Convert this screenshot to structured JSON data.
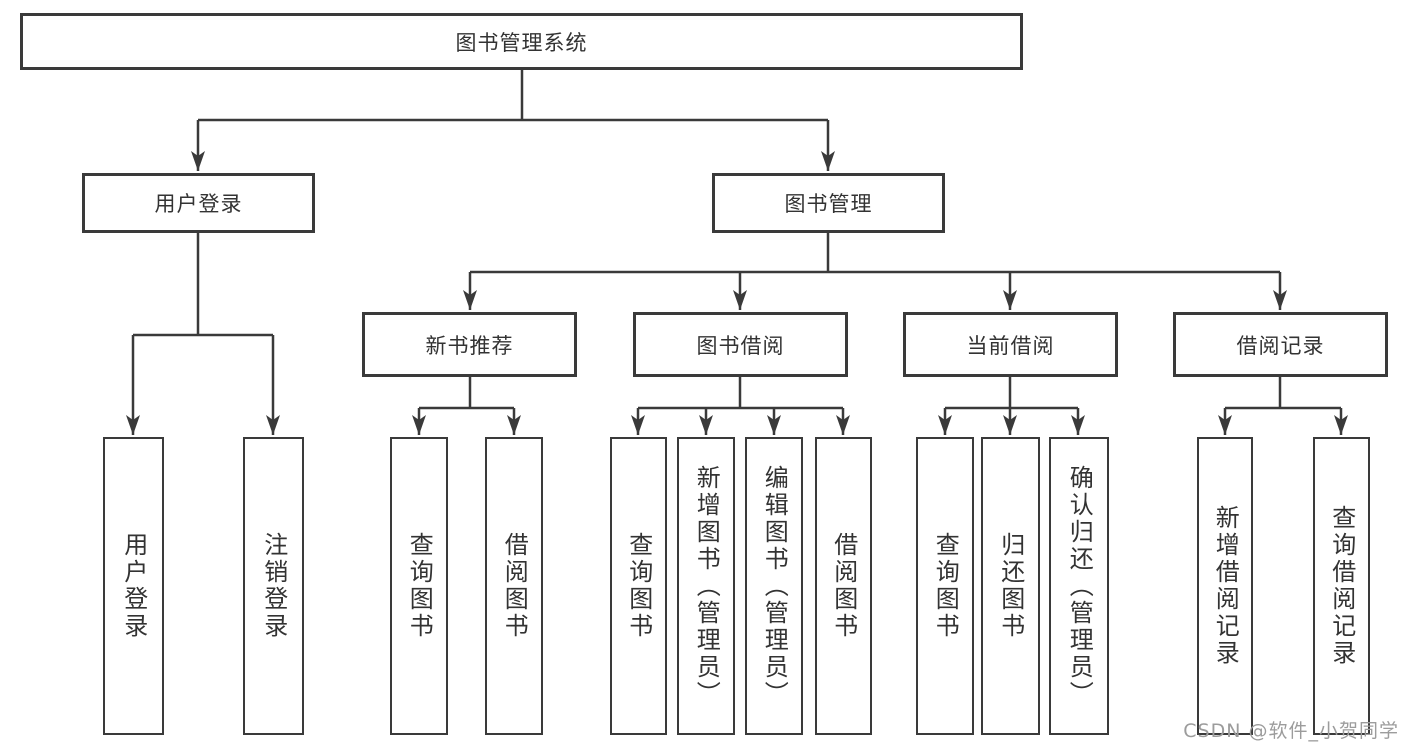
{
  "diagram": {
    "title_node": "图书管理系统",
    "level2": {
      "user_login": "用户登录",
      "book_management": "图书管理"
    },
    "level3": {
      "new_book_recommend": "新书推荐",
      "book_borrow": "图书借阅",
      "current_borrow": "当前借阅",
      "borrow_records": "借阅记录"
    },
    "level4": {
      "user_login_children": [
        "用户登录",
        "注销登录"
      ],
      "new_book_children": [
        "查询图书",
        "借阅图书"
      ],
      "book_borrow_children": [
        "查询图书",
        "新增图书（管理员）",
        "编辑图书（管理员）",
        "借阅图书"
      ],
      "current_borrow_children": [
        "查询图书",
        "归还图书",
        "确认归还（管理员）"
      ],
      "borrow_records_children": [
        "新增借阅记录",
        "查询借阅记录"
      ]
    }
  },
  "watermark": "CSDN @软件_小贺同学",
  "colors": {
    "line": "#3a3a3a",
    "box_border": "#3a3a3a",
    "box_background": "#ffffff",
    "text": "#333333",
    "watermark_text": "#9c9c9c",
    "page_background": "#ffffff"
  }
}
